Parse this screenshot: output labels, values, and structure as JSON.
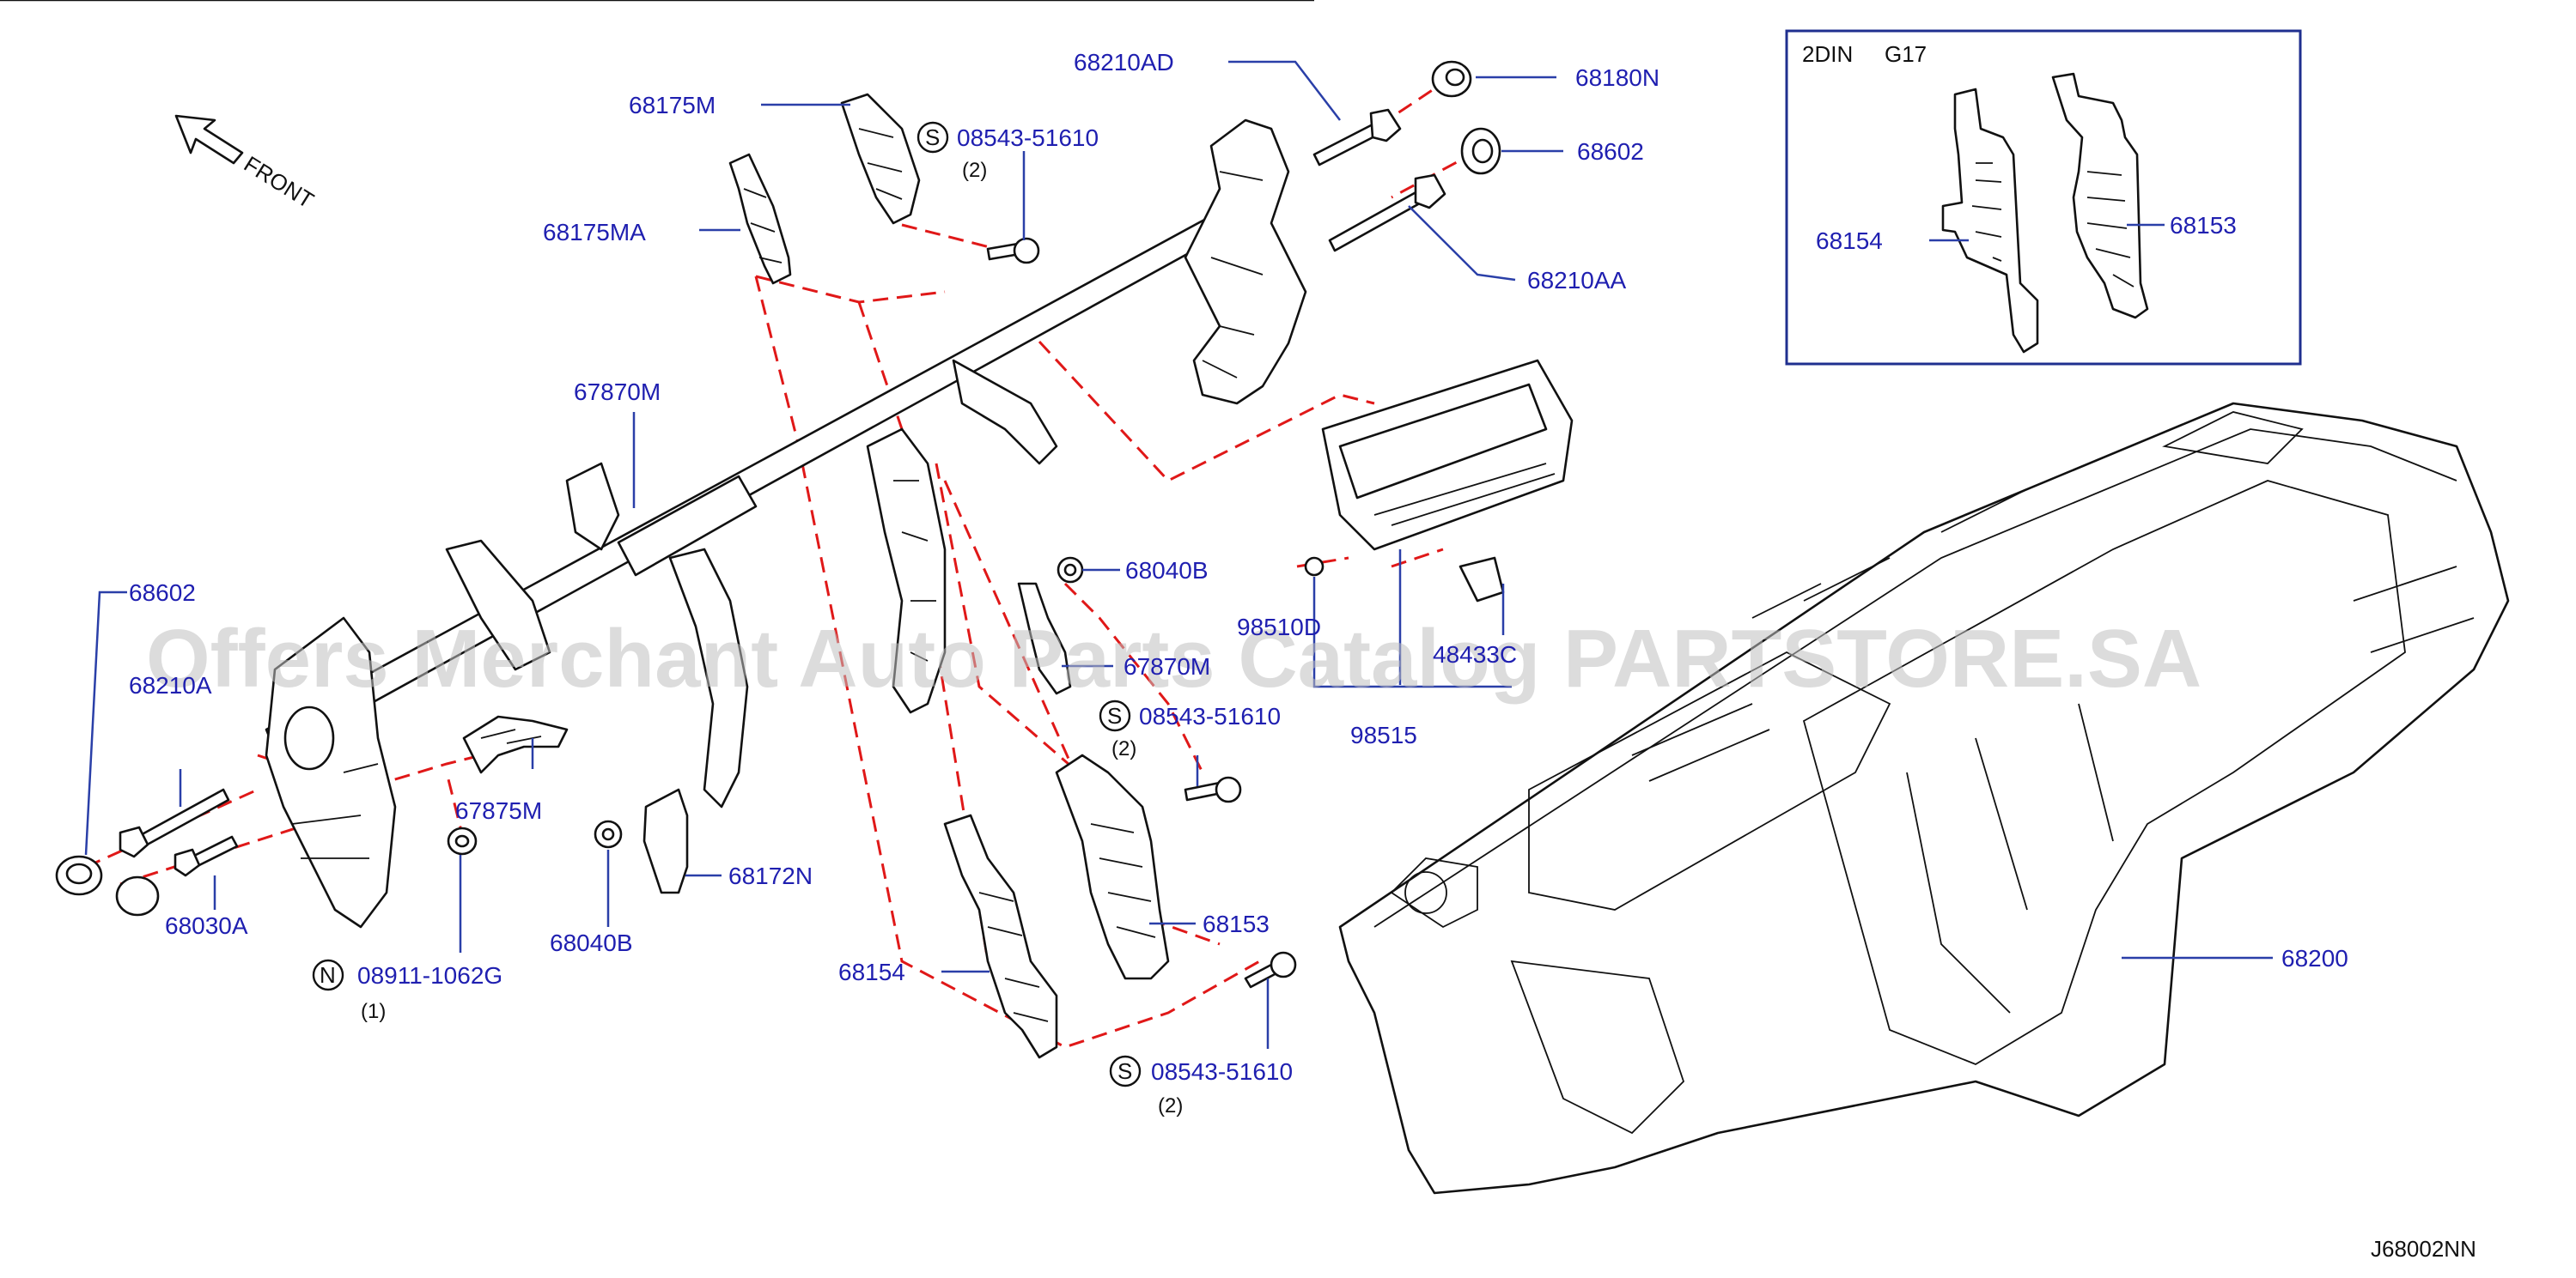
{
  "diagram": {
    "code": "J68002NN",
    "watermark": "Offers Merchant Auto Parts Catalog PARTSTORE.SA",
    "direction": {
      "label": "FRONT",
      "icon": "arrow-up-left-icon"
    },
    "inset": {
      "title_1": "2DIN",
      "title_2": "G17",
      "parts": [
        "68154",
        "68153"
      ]
    },
    "parts": {
      "p68210AD": "68210AD",
      "p68180N": "68180N",
      "p68602_top": "68602",
      "p68210AA_top": "68210AA",
      "p68175M": "68175M",
      "p68175MA": "68175MA",
      "p67870M": "67870M",
      "p68602_left": "68602",
      "p68210A_left": "68210A",
      "p68030A": "68030A",
      "p67875M": "67875M",
      "p68172N": "68172N",
      "p68040B_bottom": "68040B",
      "p68040B_mid": "68040B",
      "p67870M_mid": "67870M",
      "p98510D": "98510D",
      "p48433C": "48433C",
      "p98515": "98515",
      "p68153": "68153",
      "p68154": "68154",
      "p68200": "68200"
    },
    "screws": [
      {
        "symbol": "S",
        "part": "08543-51610",
        "qty": "(2)"
      },
      {
        "symbol": "S",
        "part": "08543-51610",
        "qty": "(2)"
      },
      {
        "symbol": "S",
        "part": "08543-51610",
        "qty": "(2)"
      },
      {
        "symbol": "N",
        "part": "08911-1062G",
        "qty": "(1)"
      }
    ]
  }
}
